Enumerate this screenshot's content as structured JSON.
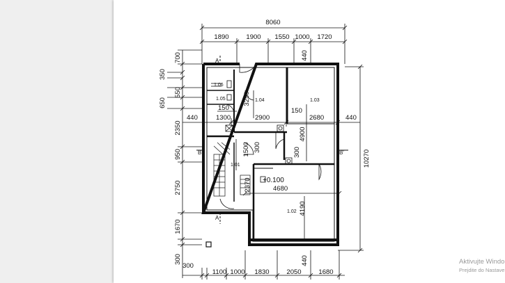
{
  "dimensions": {
    "top_total": "8060",
    "top_segments": [
      "1890",
      "1900",
      "1550",
      "1000",
      "1720"
    ],
    "top_small": "440",
    "left_stack": [
      "700",
      "350",
      "550",
      "650",
      "2350",
      "950",
      "2750",
      "1670",
      "300"
    ],
    "right_total": "10270",
    "bottom_segments": [
      "300",
      "1100",
      "1000",
      "1830",
      "2050",
      "1680"
    ],
    "bottom_small": "440",
    "interior": {
      "d3250": "3250",
      "d150a": "150",
      "d1300": "1300",
      "d2900": "2900",
      "d150b": "150",
      "d2680": "2680",
      "d440l": "440",
      "d440r": "440",
      "d4900": "4900",
      "d1500": "1500",
      "d300a": "300",
      "d300b": "300",
      "d2370": "2370",
      "d4680": "4680",
      "d4190": "4190"
    }
  },
  "rooms": {
    "r106": "1.06",
    "r105": "1.05",
    "r104": "1.04",
    "r103": "1.03",
    "r101": "1.01",
    "r102": "1.02"
  },
  "level_mark": "+0.100",
  "section_marks": {
    "a_top": "A",
    "a_bottom": "A",
    "b_left": "B",
    "b_right": "B'"
  },
  "watermark": {
    "line1": "Aktivujte Windo",
    "line2": "Prejdite do Nastave"
  }
}
